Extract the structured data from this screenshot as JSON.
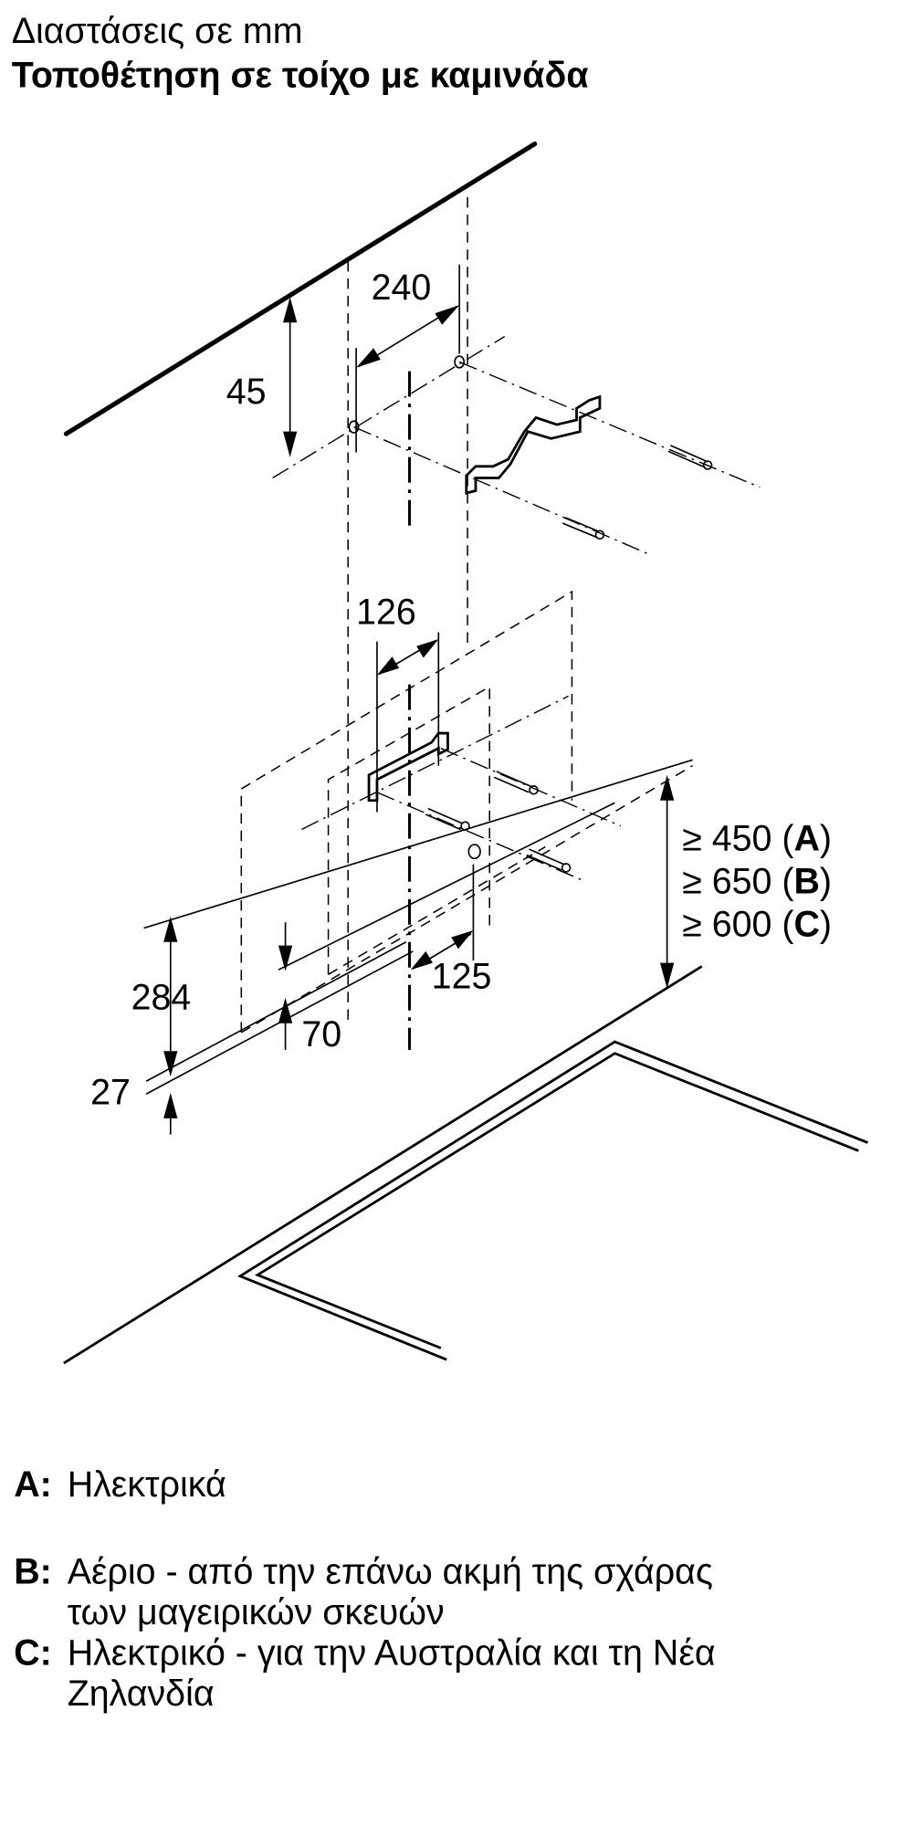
{
  "header": {
    "subtitle": "Διαστάσεις σε mm",
    "title": "Τοποθέτηση σε τοίχο με καμινάδα"
  },
  "dimensions": {
    "d45": "45",
    "d240": "240",
    "d126": "126",
    "d125": "125",
    "d284": "284",
    "d70": "70",
    "d27": "27",
    "heights": [
      {
        "prefix": "≥ 450 (",
        "key": "A",
        "suffix": ")"
      },
      {
        "prefix": "≥ 650 (",
        "key": "B",
        "suffix": ")"
      },
      {
        "prefix": "≥ 600 (",
        "key": "C",
        "suffix": ")"
      }
    ]
  },
  "legend": [
    {
      "key": "A:",
      "lines": [
        "Ηλεκτρικά"
      ]
    },
    {
      "key": "B:",
      "lines": [
        "Αέριο - από την επάνω ακμή της σχάρας",
        "των μαγειρικών σκευών"
      ]
    },
    {
      "key": "C:",
      "lines": [
        "Ηλεκτρικό - για την Αυστραλία και τη Νέα",
        "Ζηλανδία"
      ]
    }
  ]
}
